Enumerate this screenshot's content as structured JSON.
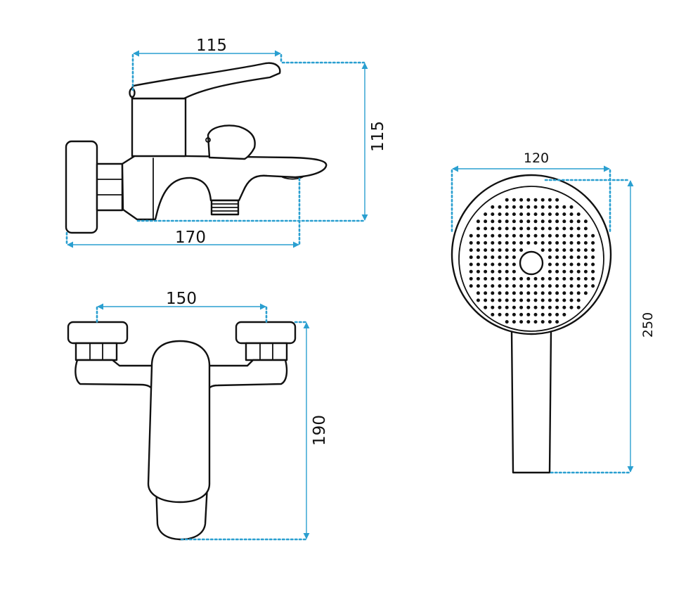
{
  "colors": {
    "dimension_line": "#2a9fd0",
    "outline": "#111111",
    "background": "#ffffff"
  },
  "views": {
    "side_view": {
      "dim_handle_width": "115",
      "dim_height": "115",
      "dim_depth": "170"
    },
    "front_view": {
      "dim_connector_spacing": "150",
      "dim_height": "190"
    },
    "hand_shower": {
      "dim_head_diameter": "120",
      "dim_length": "250"
    }
  }
}
